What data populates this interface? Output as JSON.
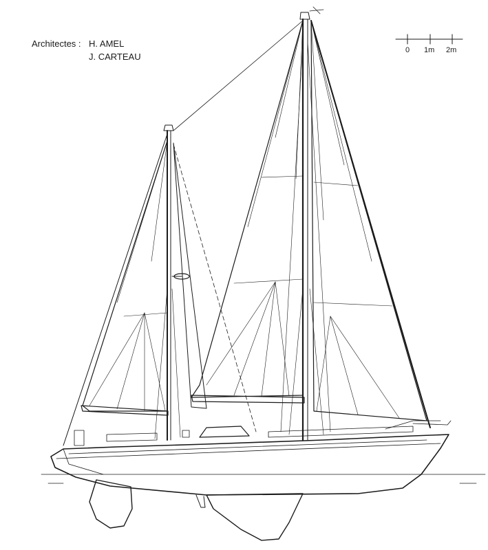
{
  "credits": {
    "label": "Architectes :",
    "names": [
      "H. AMEL",
      "J. CARTEAU"
    ]
  },
  "scale_bar": {
    "ticks": [
      "0",
      "1m",
      "2m"
    ]
  },
  "colors": {
    "ink": "#1a1a1a",
    "paper": "#ffffff"
  }
}
